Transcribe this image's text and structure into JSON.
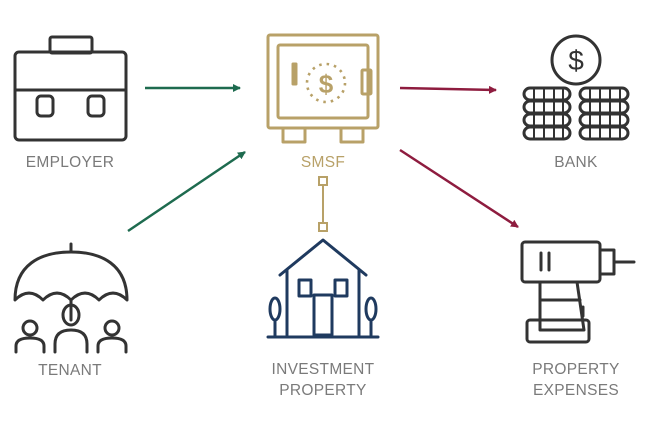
{
  "nodes": {
    "employer": {
      "label": "EMPLOYER"
    },
    "smsf": {
      "label": "SMSF",
      "icon_text": "$"
    },
    "bank": {
      "label": "BANK",
      "icon_text": "$"
    },
    "tenant": {
      "label": "TENANT"
    },
    "investment_property": {
      "label_line1": "INVESTMENT",
      "label_line2": "PROPERTY"
    },
    "property_expenses": {
      "label_line1": "PROPERTY",
      "label_line2": "EXPENSES"
    }
  },
  "icons": {
    "employer": "briefcase-icon",
    "smsf": "safe-icon",
    "bank": "coin-stack-icon",
    "tenant": "umbrella-people-icon",
    "investment_property": "house-icon",
    "property_expenses": "drill-icon"
  },
  "colors": {
    "dark_gray": "#333333",
    "label_gray": "#7a7a7a",
    "gold": "#b8a168",
    "navy": "#1f3a5f",
    "green_arrow": "#1e6b4f",
    "red_arrow": "#8e1c3f"
  }
}
